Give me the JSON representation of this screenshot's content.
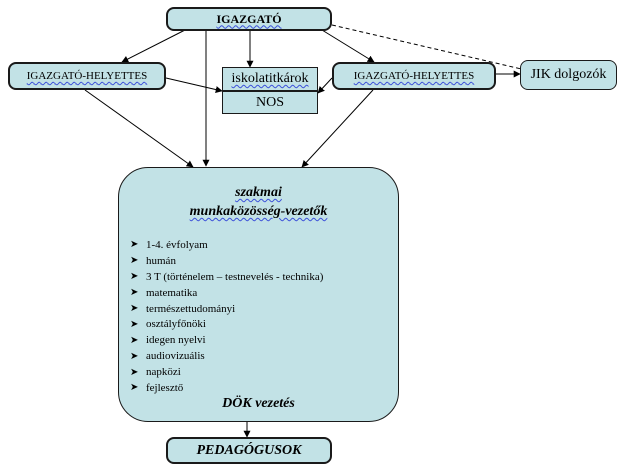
{
  "nodes": {
    "director": "IGAZGATÓ",
    "deputy_left": "IGAZGATÓ-HELYETTES",
    "deputy_right": "IGAZGATÓ-HELYETTES",
    "secretaries": "iskolatitkárok",
    "nos": "NOS",
    "jik": "JIK dolgozók",
    "teachers": "PEDAGÓGUSOK"
  },
  "main_box": {
    "title_line1": "szakmai",
    "title_line2": "munkaközösség-vezetők",
    "items": [
      "1-4. évfolyam",
      "humán",
      "3 T (történelem – testnevelés - technika)",
      "matematika",
      "természettudományi",
      "osztályfőnöki",
      "idegen nyelvi",
      "audiovizuális",
      "napközi",
      "fejlesztő"
    ],
    "footer": "DÖK vezetés"
  },
  "bullet_icon": "arrow-bullet-icon",
  "colors": {
    "box_fill": "#c2e2e6",
    "border": "#1a1a1a",
    "spell_underline": "#3b4fd9"
  }
}
